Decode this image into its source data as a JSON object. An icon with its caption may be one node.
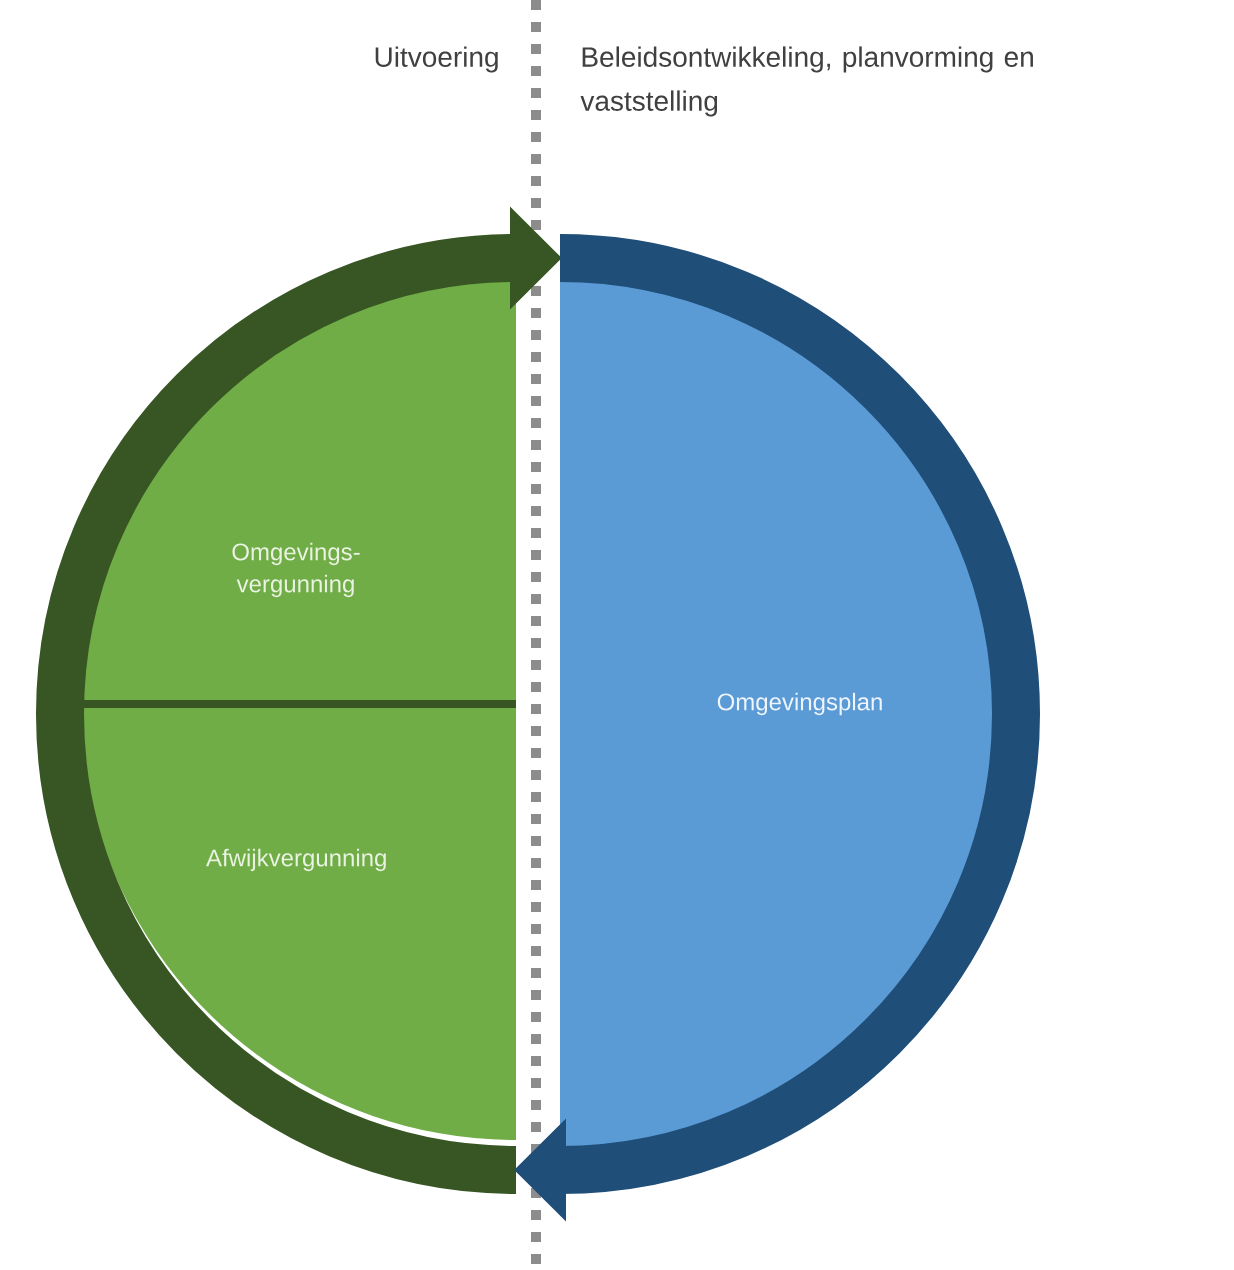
{
  "diagram": {
    "nodes": [
      {
        "text": [
          "Omgevings- vergunning"
        ]
      },
      {
        "text": [
          "Afwijkvergunning"
        ]
      },
      {
        "text": [
          "Omgevingsplan"
        ]
      }
    ],
    "edges": [
      {
        "from": 1,
        "to": 2,
        "arrow": "to",
        "color": "#375623"
      },
      {
        "from": 2,
        "to": 1,
        "arrow": "to",
        "color": "#1f4e79"
      }
    ],
    "labels": [
      "Uitvoering",
      "Beleidsontwikkeling, planvorming en vaststelling"
    ]
  }
}
